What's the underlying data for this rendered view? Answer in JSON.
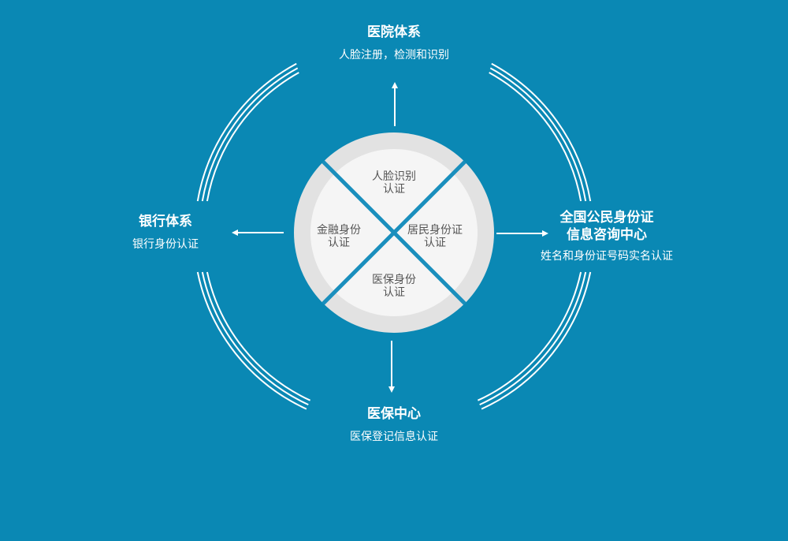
{
  "colors": {
    "background": "#0a88b4",
    "ring": "#ffffff",
    "wheel_outer": "#e0e0e0",
    "wheel_inner": "#f5f5f5",
    "divider": "#1a8fbd",
    "wheel_text": "#555555"
  },
  "nodes": {
    "top": {
      "title": "医院体系",
      "desc": "人脸注册，检测和识别"
    },
    "left": {
      "title": "银行体系",
      "desc": "银行身份认证"
    },
    "right": {
      "title_line1": "全国公民身份证",
      "title_line2": "信息咨询中心",
      "desc": "姓名和身份证号码实名认证"
    },
    "bottom": {
      "title": "医保中心",
      "desc": "医保登记信息认证"
    }
  },
  "center": {
    "top": {
      "line1": "人脸识别",
      "line2": "认证"
    },
    "left": {
      "line1": "金融身份",
      "line2": "认证"
    },
    "right": {
      "line1": "居民身份证",
      "line2": "认证"
    },
    "bottom": {
      "line1": "医保身份",
      "line2": "认证"
    }
  }
}
